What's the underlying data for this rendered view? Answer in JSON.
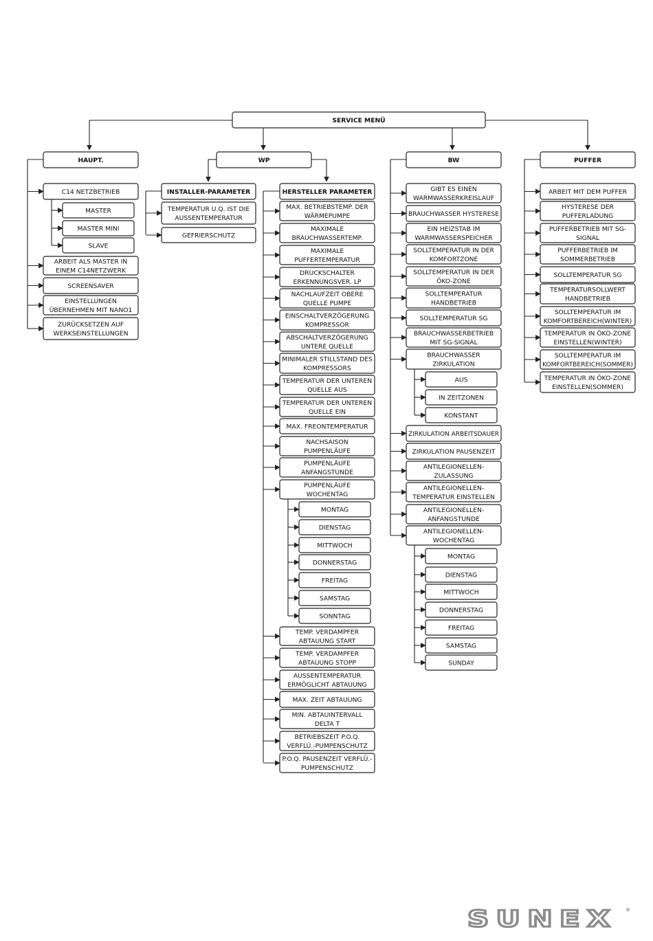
{
  "root": "SERVICE MENÜ",
  "columns": [
    {
      "title": "HAUPT.",
      "items": [
        {
          "label": "C14 NETZBETRIEB",
          "children": [
            "MASTER",
            "MASTER MINI",
            "SLAVE"
          ]
        },
        {
          "label": "ARBEIT ALS MASTER IN|EINEM C14NETZWERK"
        },
        {
          "label": "SCREENSAVER"
        },
        {
          "label": "EINSTELLUNGEN|ÜBERNEHMEN MIT NANO1"
        },
        {
          "label": "ZURÜCKSETZEN AUF|WERKSEINSTELLUNGEN"
        }
      ]
    },
    {
      "title": "WP",
      "groups": [
        {
          "title": "INSTALLER-PARAMETER",
          "items": [
            {
              "label": "TEMPERATUR U.Q. IST DIE|AUSSENTEMPERATUR"
            },
            {
              "label": "GEFRIERSCHUTZ"
            }
          ]
        },
        {
          "title": "HERSTELLER PARAMETER",
          "items": [
            {
              "label": "MAX. BETRIEBSTEMP. DER|WÄRMEPUMPE"
            },
            {
              "label": "MAXIMALE|BRAUCHWASSERTEMP."
            },
            {
              "label": "MAXIMALE|PUFFERTEMPERATUR"
            },
            {
              "label": "DRUCKSCHALTER|ERKENNUNGSVER. LP"
            },
            {
              "label": "NACHLAUFZEIT OBERE|QUELLE PUMPE"
            },
            {
              "label": "EINSCHALTVERZÖGERUNG|KOMPRESSOR"
            },
            {
              "label": "ABSCHALTVERZÖGERUNG|UNTERE QUELLE"
            },
            {
              "label": "MINIMALER STILLSTAND DES|KOMPRESSORS"
            },
            {
              "label": "TEMPERATUR DER UNTEREN|QUELLE AUS"
            },
            {
              "label": "TEMPERATUR DER UNTEREN|QUELLE EIN"
            },
            {
              "label": "MAX. FREONTEMPERATUR"
            },
            {
              "label": "NACHSAISON|PUMPENLÄUFE"
            },
            {
              "label": "PUMPENLÄUFE|ANFANGSTUNDE"
            },
            {
              "label": "PUMPENLÄUFE|WOCHENTAG",
              "children": [
                "MONTAG",
                "DIENSTAG",
                "MITTWOCH",
                "DONNERSTAG",
                "FREITAG",
                "SAMSTAG",
                "SONNTAG"
              ]
            },
            {
              "label": "TEMP. VERDAMPFER|ABTAUUNG START"
            },
            {
              "label": "TEMP. VERDAMPFER|ABTAUUNG STOPP"
            },
            {
              "label": "AUSSENTEMPERATUR|ERMÖGLICHT ABTAUUNG"
            },
            {
              "label": "MAX. ZEIT ABTAUUNG"
            },
            {
              "label": "MIN. ABTAUINTERVALL|DELTA T"
            },
            {
              "label": "BETRIEBSZEIT P.O.Q.|VERFLÜ.-PUMPENSCHUTZ"
            },
            {
              "label": "P.O.Q. PAUSENZEIT VERFLÜ.-|PUMPENSCHUTZ"
            }
          ]
        }
      ]
    },
    {
      "title": "BW",
      "items": [
        {
          "label": "GIBT ES EINEN|WARMWASSERKREISLAUF"
        },
        {
          "label": "BRAUCHWASSER HYSTERESE"
        },
        {
          "label": "EIN HEIZSTAB IM|WARMWASSERSPEICHER"
        },
        {
          "label": "SOLLTEMPERATUR IN DER|KOMFORTZONE"
        },
        {
          "label": "SOLLTEMPERATUR IN DER|ÖKO-ZONE"
        },
        {
          "label": "SOLLTEMPERATUR|HANDBETRIEB"
        },
        {
          "label": "SOLLTEMPERATUR SG"
        },
        {
          "label": "BRAUCHWASSERBETRIEB|MIT SG-SIGNAL"
        },
        {
          "label": "BRAUCHWASSER|ZIRKULATION",
          "children": [
            "AUS",
            "IN ZEITZONEN",
            "KONSTANT"
          ]
        },
        {
          "label": "ZIRKULATION ARBEITSDAUER"
        },
        {
          "label": "ZIRKULATION PAUSENZEIT"
        },
        {
          "label": "ANTILEGIONELLEN-|ZULASSUNG"
        },
        {
          "label": "ANTILEGIONELLEN-|TEMPERATUR EINSTELLEN"
        },
        {
          "label": "ANTILEGIONELLEN-|ANFANGSTUNDE"
        },
        {
          "label": "ANTILEGIONELLEN-|WOCHENTAG",
          "children": [
            "MONTAG",
            "DIENSTAG",
            "MITTWOCH",
            "DONNERSTAG",
            "FREITAG",
            "SAMSTAG",
            "SUNDAY"
          ]
        }
      ]
    },
    {
      "title": "PUFFER",
      "items": [
        {
          "label": "ARBEIT MIT DEM PUFFER"
        },
        {
          "label": "HYSTERESE DER|PUFFERLADUNG"
        },
        {
          "label": "PUFFERBETRIEB MIT SG-|SIGNAL"
        },
        {
          "label": "PUFFERBETRIEB IM|SOMMERBETRIEB"
        },
        {
          "label": "SOLLTEMPERATUR SG"
        },
        {
          "label": "TEMPERATURSOLLWERT|HANDBETRIEB"
        },
        {
          "label": "SOLLTEMPERATUR IM|KOMFORTBEREICH(WINTER)"
        },
        {
          "label": "TEMPERATUR IN ÖKO-ZONE|EINSTELLEN(WINTER)"
        },
        {
          "label": "SOLLTEMPERATUR  IM|KOMFORTBEREICH(SOMMER)"
        },
        {
          "label": "TEMPERATUR IN ÖKO-ZONE|EINSTELLEN(SOMMER)"
        }
      ]
    }
  ],
  "logo": {
    "text": "SUNEX",
    "mark": "®"
  }
}
